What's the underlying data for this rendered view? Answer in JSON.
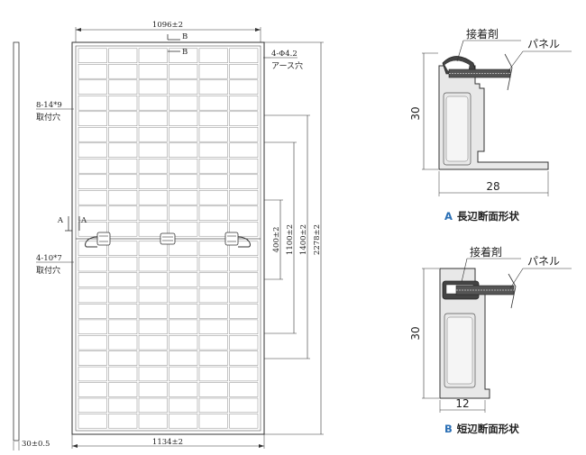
{
  "panel_drawing": {
    "width_top": "1096±2",
    "width_bottom": "1134±2",
    "section_mark_b": "B",
    "section_mark_a": "A",
    "earth_hole_spec": "4-Φ4.2",
    "earth_hole_label": "アース穴",
    "mount_hole_upper_spec": "8-14*9",
    "mount_hole_upper_label": "取付穴",
    "mount_hole_lower_spec": "4-10*7",
    "mount_hole_lower_label": "取付穴",
    "dim_400": "400±2",
    "dim_1100": "1100±2",
    "dim_1400": "1400±2",
    "dim_length": "2278±2",
    "frame_thickness": "30±0.5"
  },
  "section_long": {
    "adhesive_label": "接着剤",
    "panel_label": "パネル",
    "height": "30",
    "width": "28",
    "caption_letter": "A",
    "caption_text": "長辺断面形状",
    "accent_color": "#2a6fb5"
  },
  "section_short": {
    "adhesive_label": "接着剤",
    "panel_label": "パネル",
    "height": "30",
    "width": "12",
    "caption_letter": "B",
    "caption_text": "短辺断面形状",
    "accent_color": "#2a6fb5"
  }
}
